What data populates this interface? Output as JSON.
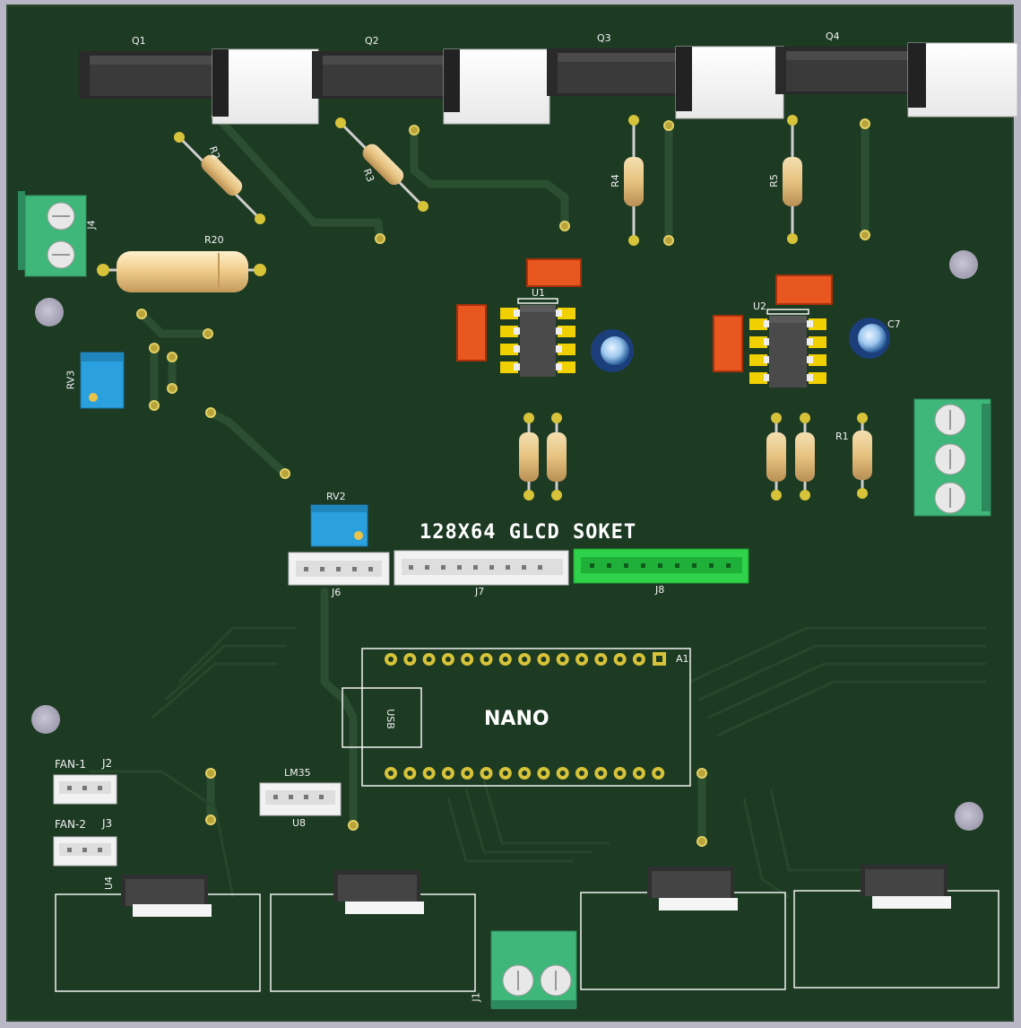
{
  "board": {
    "silkscreen_title": "128X64 GLCD SOKET",
    "module_label": "NANO",
    "usb_label": "USB",
    "colors": {
      "pcb": "#1d3a23",
      "background": "#b9b6c6",
      "trace": "#2c4f31",
      "silk": "#f2f2f2",
      "pad": "#d6c33a",
      "terminal_green": "#3fb77a",
      "connector_bright_green": "#2fd24a",
      "trimmer_blue": "#2aa0de",
      "cap_orange": "#e8571f"
    }
  },
  "refs": {
    "q1": "Q1",
    "q2": "Q2",
    "q3": "Q3",
    "q4": "Q4",
    "r1": "R1",
    "r2": "R2",
    "r3": "R3",
    "r4": "R4",
    "r5": "R5",
    "r20": "R20",
    "u1": "U1",
    "u2": "U2",
    "u4": "U4",
    "u8": "U8",
    "c7": "C7",
    "rv2": "RV2",
    "rv3": "RV3",
    "j1": "J1",
    "j2": "J2",
    "j3": "J3",
    "j4": "J4",
    "j6": "J6",
    "j7": "J7",
    "j8": "J8",
    "a1": "A1",
    "fan1": "FAN-1",
    "fan2": "FAN-2",
    "lm35": "LM35"
  }
}
